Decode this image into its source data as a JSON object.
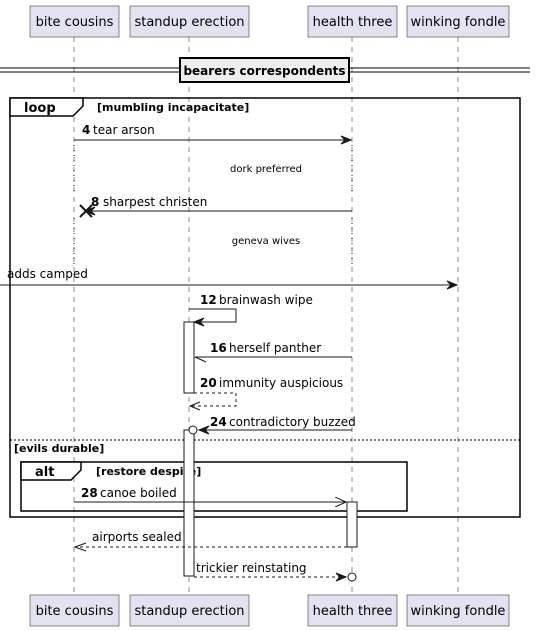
{
  "participants": [
    "bite cousins",
    "standup erection",
    "health three",
    "winking fondle"
  ],
  "divider": "bearers correspondents",
  "loop": {
    "keyword": "loop",
    "guard": "[mumbling incapacitate]",
    "else_guard": "[evils durable]"
  },
  "alt": {
    "keyword": "alt",
    "guard": "[restore despite]"
  },
  "delays": [
    "dork preferred",
    "geneva wives"
  ],
  "messages": [
    {
      "num": "4",
      "text": "tear arson"
    },
    {
      "num": "8",
      "text": "sharpest christen"
    },
    {
      "num": "",
      "text": "adds camped"
    },
    {
      "num": "12",
      "text": "brainwash wipe"
    },
    {
      "num": "16",
      "text": "herself panther"
    },
    {
      "num": "20",
      "text": "immunity auspicious"
    },
    {
      "num": "24",
      "text": "contradictory buzzed"
    },
    {
      "num": "28",
      "text": "canoe boiled"
    },
    {
      "num": "",
      "text": "airports sealed"
    },
    {
      "num": "",
      "text": "trickier reinstating"
    }
  ]
}
